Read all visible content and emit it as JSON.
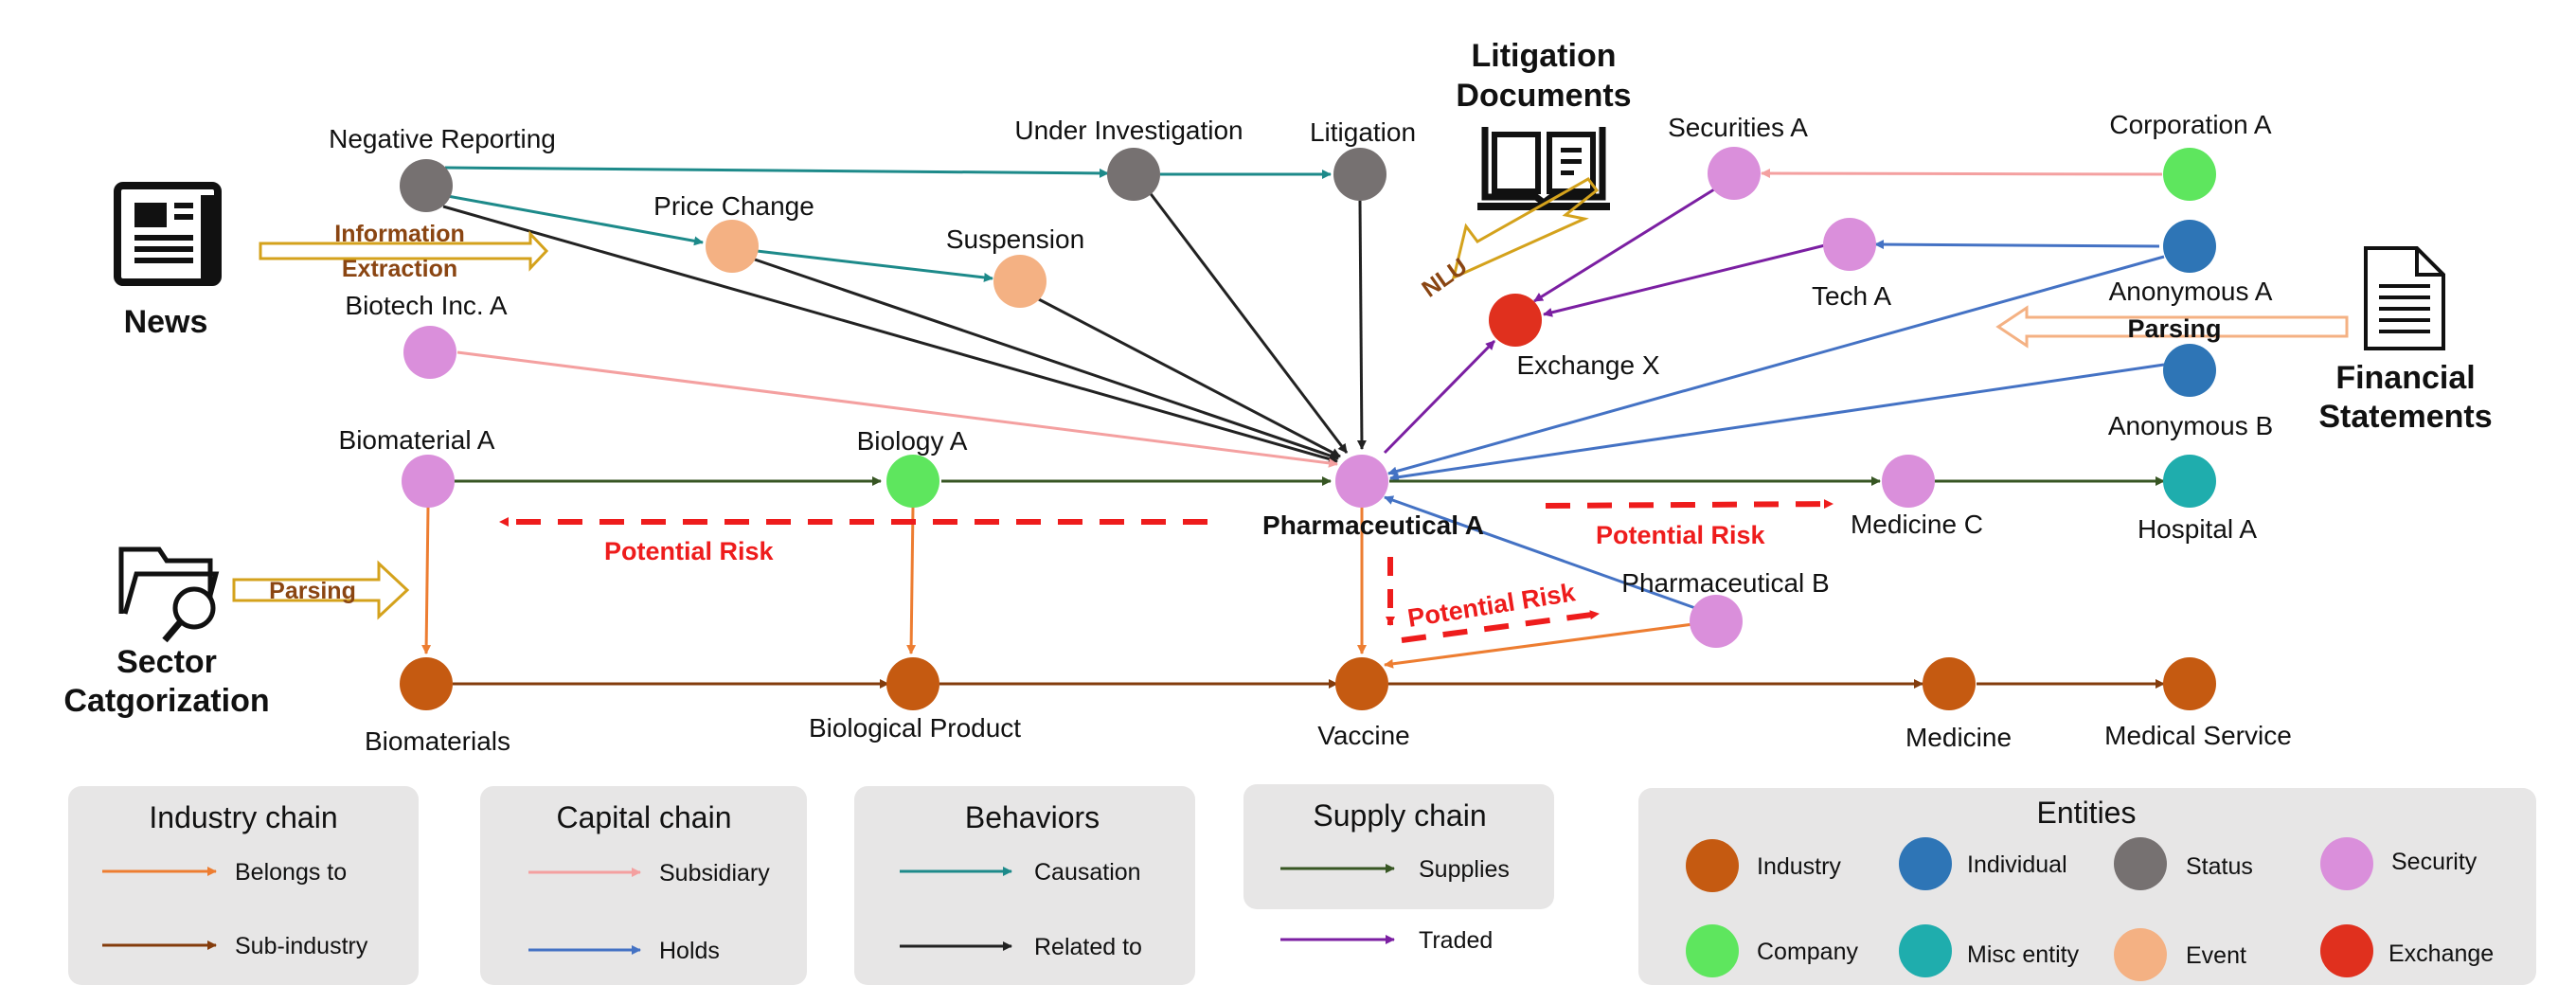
{
  "sources": {
    "news": "News",
    "litigation_line1": "Litigation",
    "litigation_line2": "Documents",
    "financial_line1": "Financial",
    "financial_line2": "Statements",
    "sector_line1": "Sector",
    "sector_line2": "Catgorization"
  },
  "arrow_labels": {
    "information_line1": "Information",
    "information_line2": "Extraction",
    "nlu": "NLU",
    "parsing_financial": "Parsing",
    "parsing_sector": "Parsing"
  },
  "nodes": {
    "negative_reporting": "Negative Reporting",
    "price_change": "Price Change",
    "suspension": "Suspension",
    "under_investigation": "Under Investigation",
    "litigation": "Litigation",
    "biotech_inc_a": "Biotech Inc. A",
    "securities_a": "Securities A",
    "corporation_a": "Corporation A",
    "tech_a": "Tech A",
    "anonymous_a": "Anonymous A",
    "anonymous_b": "Anonymous B",
    "exchange_x": "Exchange X",
    "biomaterial_a": "Biomaterial A",
    "biology_a": "Biology A",
    "pharmaceutical_a": "Pharmaceutical A",
    "medicine_c": "Medicine C",
    "hospital_a": "Hospital A",
    "pharmaceutical_b": "Pharmaceutical B",
    "biomaterials": "Biomaterials",
    "biological_product": "Biological Product",
    "vaccine": "Vaccine",
    "medicine": "Medicine",
    "medical_service": "Medical Service"
  },
  "risk_labels": [
    "Potential Risk",
    "Potential Risk",
    "Potential Risk"
  ],
  "legend": {
    "industry_chain": {
      "title": "Industry chain",
      "items": [
        "Belongs to",
        "Sub-industry"
      ]
    },
    "capital_chain": {
      "title": "Capital chain",
      "items": [
        "Subsidiary",
        "Holds"
      ]
    },
    "behaviors": {
      "title": "Behaviors",
      "items": [
        "Causation",
        "Related to"
      ]
    },
    "supply_chain": {
      "title": "Supply chain",
      "items": [
        "Supplies",
        "Traded"
      ]
    },
    "entities": {
      "title": "Entities",
      "items": [
        "Industry",
        "Individual",
        "Status",
        "Security",
        "Company",
        "Misc entity",
        "Event",
        "Exchange"
      ]
    }
  },
  "colors": {
    "industry": "#c55a11",
    "individual": "#2e75b6",
    "status": "#767171",
    "security": "#da8fdb",
    "company": "#5ee65e",
    "misc_entity": "#1fadad",
    "event": "#f4b183",
    "exchange": "#e0301e",
    "belongs_to": "#ed7d31",
    "sub_industry": "#843c0c",
    "subsidiary": "#f4a0a0",
    "holds": "#4472c4",
    "causation": "#1d8a8a",
    "related_to": "#222222",
    "supplies": "#375623",
    "traded": "#7b1fa2",
    "risk": "#ee1c1c",
    "legend_bg": "#e7e6e6"
  }
}
